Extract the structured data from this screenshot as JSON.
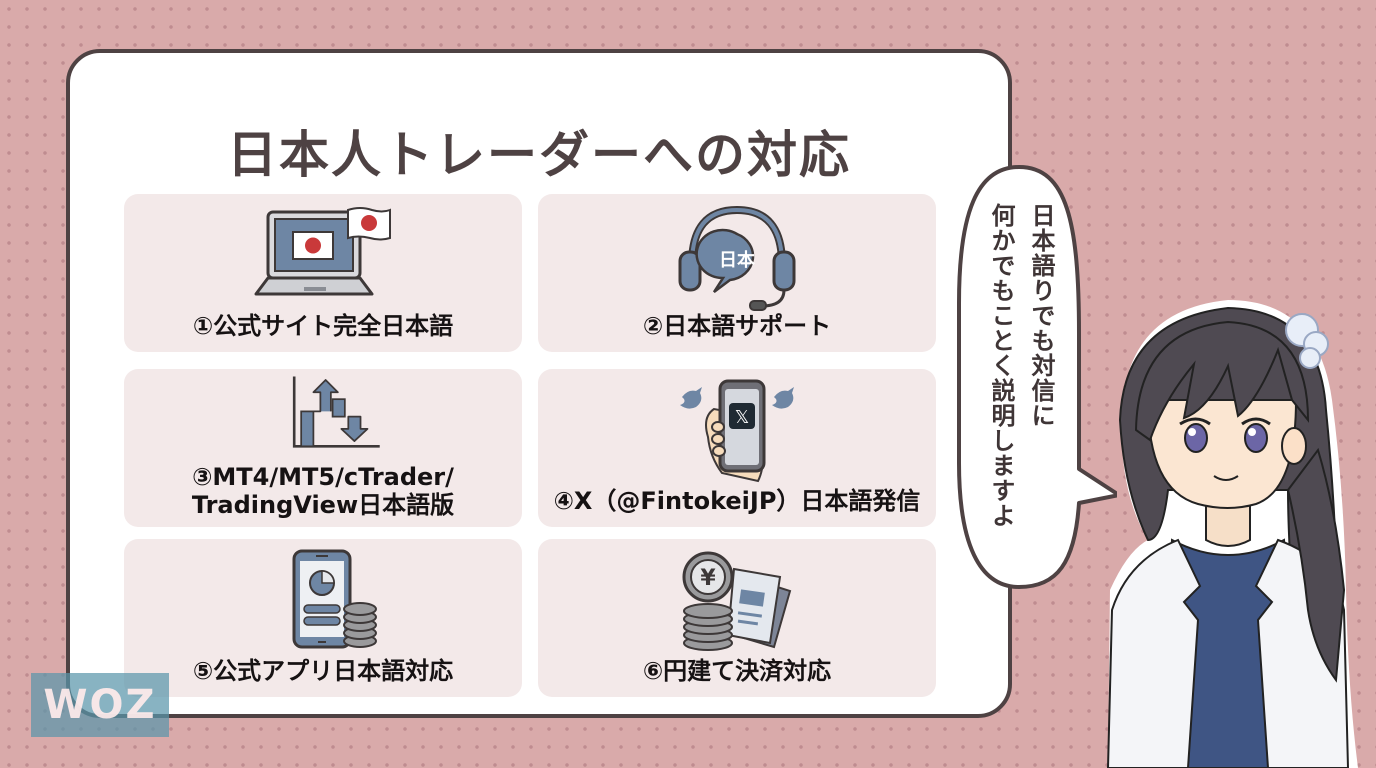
{
  "title": "日本人トレーダーへの対応",
  "cards": [
    {
      "label": "①公式サイト完全日本語",
      "icon": "laptop-japan-flag-icon"
    },
    {
      "label": "②日本語サポート",
      "icon": "headset-support-icon",
      "icon_text": "日本"
    },
    {
      "label_line1": "③MT4/MT5/cTrader/",
      "label_line2": "TradingView日本語版",
      "icon": "trading-chart-icon"
    },
    {
      "label": "④X（@FintokeiJP）日本語発信",
      "icon": "smartphone-x-icon",
      "icon_text": "𝕏"
    },
    {
      "label": "⑤公式アプリ日本語対応",
      "icon": "mobile-app-coins-icon"
    },
    {
      "label": "⑥円建て決済対応",
      "icon": "yen-coins-documents-icon",
      "icon_text": "¥"
    }
  ],
  "speech_bubble": {
    "line1": "日本語りでも対信に",
    "line2": "何かでもことく説明しますよ"
  },
  "watermark": "WOZ",
  "colors": {
    "background": "#d9aaaa",
    "dots": "#bf8c90",
    "panel_border": "#4e4243",
    "card_bg": "#f3e9e9",
    "icon_blue": "#6e86a4",
    "flag_red": "#c9393a"
  }
}
